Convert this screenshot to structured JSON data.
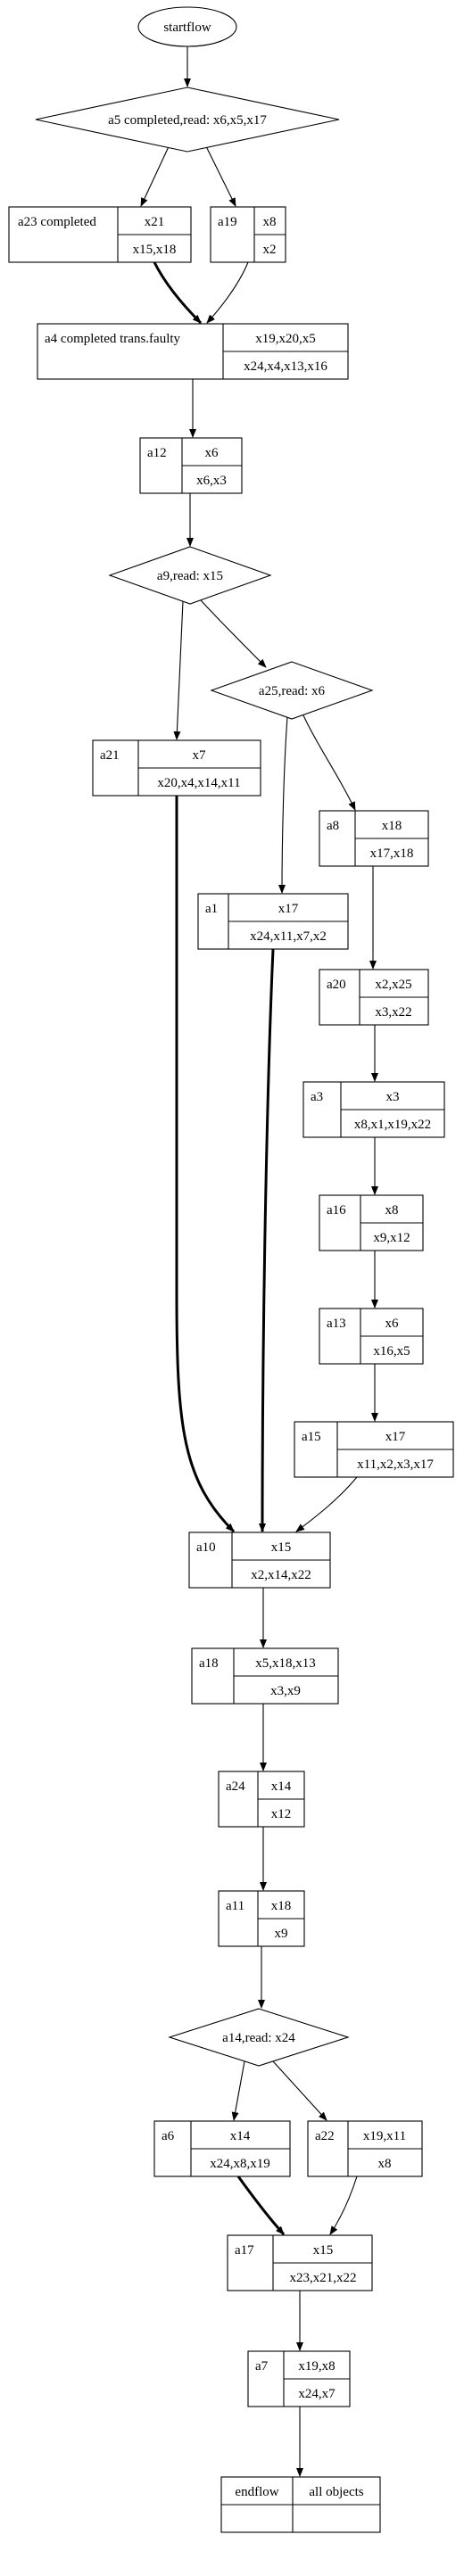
{
  "diagram": {
    "start": {
      "label": "startflow"
    },
    "decisions": [
      {
        "id": "d_a5",
        "label": "a5 completed,read: x6,x5,x17"
      },
      {
        "id": "d_a9",
        "label": "a9,read: x15"
      },
      {
        "id": "d_a25",
        "label": "a25,read: x6"
      },
      {
        "id": "d_a14",
        "label": "a14,read: x24"
      }
    ],
    "nodes": [
      {
        "id": "n_a23",
        "name": "a23 completed",
        "top": "x21",
        "bottom": "x15,x18"
      },
      {
        "id": "n_a19",
        "name": "a19",
        "top": "x8",
        "bottom": "x2"
      },
      {
        "id": "n_a4",
        "name": "a4 completed trans.faulty",
        "top": "x19,x20,x5",
        "bottom": "x24,x4,x13,x16"
      },
      {
        "id": "n_a12",
        "name": "a12",
        "top": "x6",
        "bottom": "x6,x3"
      },
      {
        "id": "n_a21",
        "name": "a21",
        "top": "x7",
        "bottom": "x20,x4,x14,x11"
      },
      {
        "id": "n_a8",
        "name": "a8",
        "top": "x18",
        "bottom": "x17,x18"
      },
      {
        "id": "n_a1",
        "name": "a1",
        "top": "x17",
        "bottom": "x24,x11,x7,x2"
      },
      {
        "id": "n_a20",
        "name": "a20",
        "top": "x2,x25",
        "bottom": "x3,x22"
      },
      {
        "id": "n_a3",
        "name": "a3",
        "top": "x3",
        "bottom": "x8,x1,x19,x22"
      },
      {
        "id": "n_a16",
        "name": "a16",
        "top": "x8",
        "bottom": "x9,x12"
      },
      {
        "id": "n_a13",
        "name": "a13",
        "top": "x6",
        "bottom": "x16,x5"
      },
      {
        "id": "n_a15",
        "name": "a15",
        "top": "x17",
        "bottom": "x11,x2,x3,x17"
      },
      {
        "id": "n_a10",
        "name": "a10",
        "top": "x15",
        "bottom": "x2,x14,x22"
      },
      {
        "id": "n_a18",
        "name": "a18",
        "top": "x5,x18,x13",
        "bottom": "x3,x9"
      },
      {
        "id": "n_a24",
        "name": "a24",
        "top": "x14",
        "bottom": "x12"
      },
      {
        "id": "n_a11",
        "name": "a11",
        "top": "x18",
        "bottom": "x9"
      },
      {
        "id": "n_a6",
        "name": "a6",
        "top": "x14",
        "bottom": "x24,x8,x19"
      },
      {
        "id": "n_a22",
        "name": "a22",
        "top": "x19,x11",
        "bottom": "x8"
      },
      {
        "id": "n_a17",
        "name": "a17",
        "top": "x15",
        "bottom": "x23,x21,x22"
      },
      {
        "id": "n_a7",
        "name": "a7",
        "top": "x19,x8",
        "bottom": "x24,x7"
      },
      {
        "id": "n_end",
        "name": "endflow",
        "top": "all objects",
        "bottom": ""
      }
    ],
    "edges": [
      {
        "from": "start",
        "to": "d_a5"
      },
      {
        "from": "d_a5",
        "to": "n_a23"
      },
      {
        "from": "d_a5",
        "to": "n_a19"
      },
      {
        "from": "n_a23",
        "to": "n_a4",
        "bold": true
      },
      {
        "from": "n_a19",
        "to": "n_a4"
      },
      {
        "from": "n_a4",
        "to": "n_a12"
      },
      {
        "from": "n_a12",
        "to": "d_a9"
      },
      {
        "from": "d_a9",
        "to": "n_a21"
      },
      {
        "from": "d_a9",
        "to": "d_a25"
      },
      {
        "from": "d_a25",
        "to": "n_a1"
      },
      {
        "from": "d_a25",
        "to": "n_a8"
      },
      {
        "from": "n_a8",
        "to": "n_a20"
      },
      {
        "from": "n_a20",
        "to": "n_a3"
      },
      {
        "from": "n_a3",
        "to": "n_a16"
      },
      {
        "from": "n_a16",
        "to": "n_a13"
      },
      {
        "from": "n_a13",
        "to": "n_a15"
      },
      {
        "from": "n_a21",
        "to": "n_a10",
        "bold": true
      },
      {
        "from": "n_a1",
        "to": "n_a10",
        "bold": true
      },
      {
        "from": "n_a15",
        "to": "n_a10"
      },
      {
        "from": "n_a10",
        "to": "n_a18"
      },
      {
        "from": "n_a18",
        "to": "n_a24"
      },
      {
        "from": "n_a24",
        "to": "n_a11"
      },
      {
        "from": "n_a11",
        "to": "d_a14"
      },
      {
        "from": "d_a14",
        "to": "n_a6"
      },
      {
        "from": "d_a14",
        "to": "n_a22"
      },
      {
        "from": "n_a6",
        "to": "n_a17",
        "bold": true
      },
      {
        "from": "n_a22",
        "to": "n_a17"
      },
      {
        "from": "n_a17",
        "to": "n_a7"
      },
      {
        "from": "n_a7",
        "to": "n_end"
      }
    ]
  }
}
